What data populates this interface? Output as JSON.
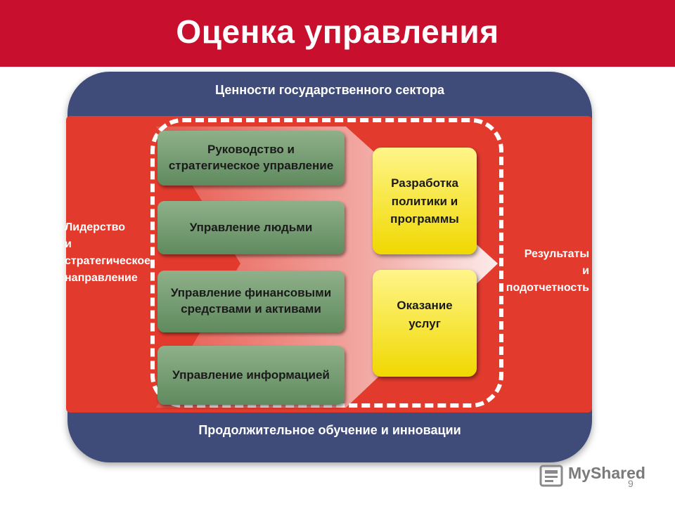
{
  "header": {
    "title": "Оценка управления",
    "background": "#c8102e"
  },
  "frame": {
    "top_label": "Ценности государственного сектора",
    "bottom_label": "Продолжительное обучение и инновации",
    "outer_color": "#3f4c7a",
    "band_color": "#e23b2e"
  },
  "left_side": {
    "lines": [
      "Лидерство",
      "и",
      "стратегическое",
      "направление"
    ]
  },
  "right_side": {
    "lines": [
      "Результаты",
      "и",
      "подотчетность"
    ]
  },
  "green_boxes": [
    "Руководство и стратегическое управление",
    "Управление людьми",
    "Управление финансовыми средствами и активами",
    "Управление информацией"
  ],
  "yellow_boxes": [
    {
      "lines": [
        "Разработка",
        "политики и",
        "программы"
      ]
    },
    {
      "lines": [
        "Оказание",
        "услуг"
      ]
    }
  ],
  "logo": {
    "text": "MyShared",
    "icon": "myshared-logo-icon"
  },
  "page_number": "9",
  "colors": {
    "green": "#7aa077",
    "yellow": "#f7e54a",
    "dash": "#ffffff"
  }
}
